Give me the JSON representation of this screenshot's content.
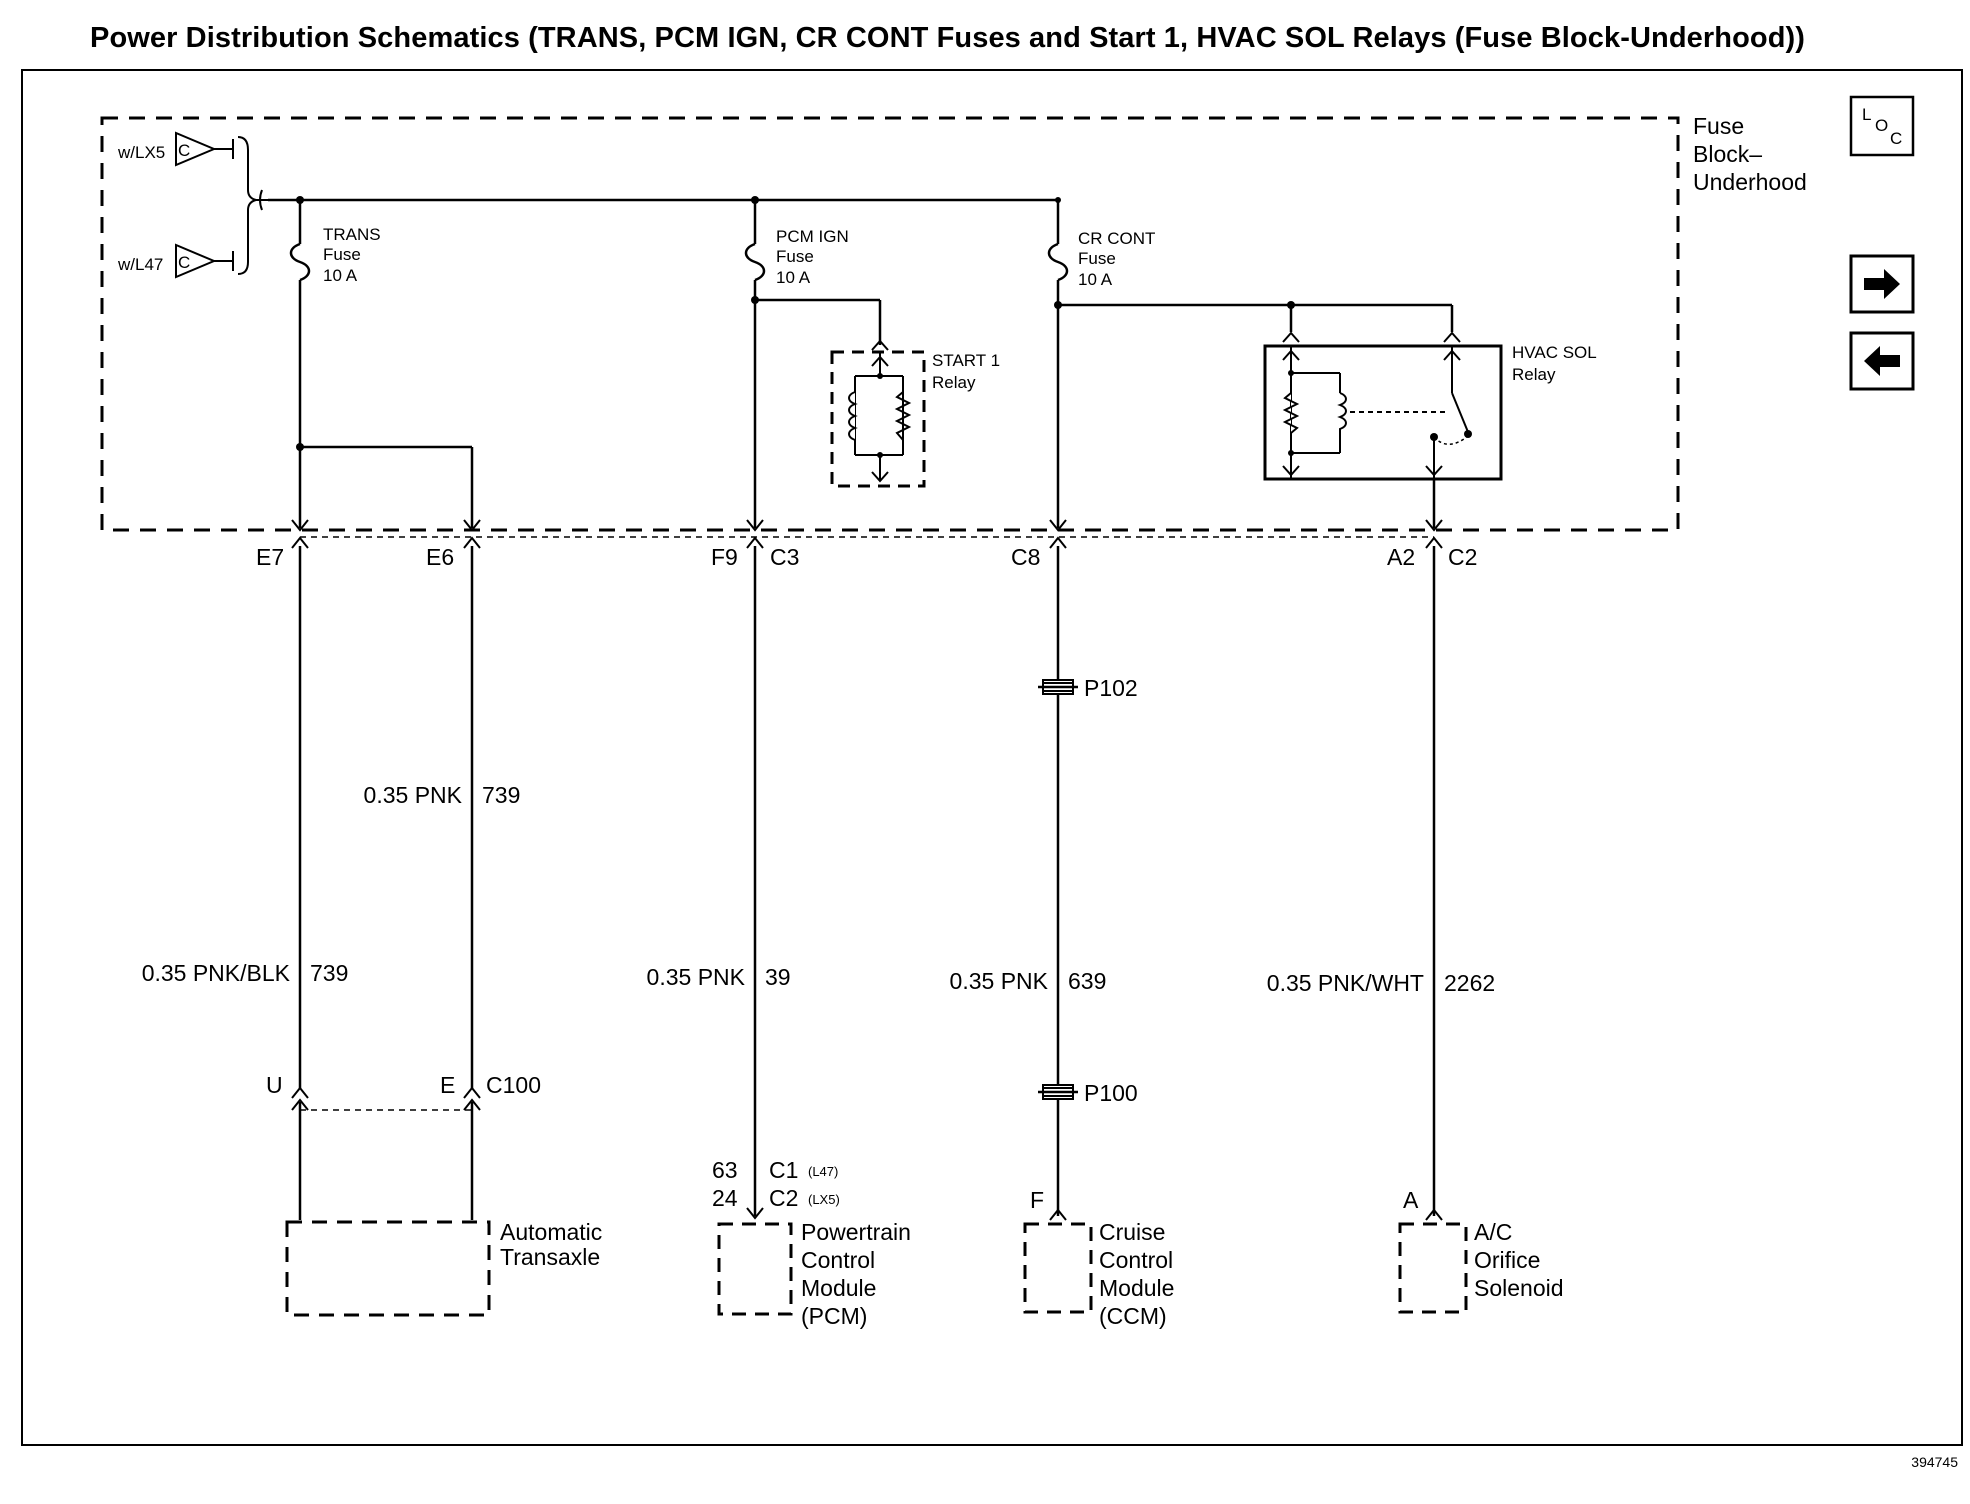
{
  "title": "Power Distribution Schematics (TRANS, PCM IGN, CR CONT Fuses and Start 1, HVAC SOL Relays (Fuse Block-Underhood))",
  "fuse_block_label": [
    "Fuse",
    "Block–",
    "Underhood"
  ],
  "sources": [
    {
      "label": "w/LX5",
      "tag": "C"
    },
    {
      "label": "w/L47",
      "tag": "C"
    }
  ],
  "fuses": [
    {
      "lines": [
        "TRANS",
        "Fuse",
        "10 A"
      ]
    },
    {
      "lines": [
        "PCM IGN",
        "Fuse",
        "10 A"
      ]
    },
    {
      "lines": [
        "CR CONT",
        "Fuse",
        "10 A"
      ]
    }
  ],
  "relays": {
    "start1": [
      "START 1",
      "Relay"
    ],
    "hvac": [
      "HVAC SOL",
      "Relay"
    ]
  },
  "connectors": {
    "e7": "E7",
    "e6": "E6",
    "f9": "F9",
    "c3": "C3",
    "c8": "C8",
    "a2": "A2",
    "c2": "C2",
    "u": "U",
    "e": "E",
    "c100": "C100",
    "pin63": "63",
    "c1": "C1",
    "l47": "(L47)",
    "pin24": "24",
    "c2b": "C2",
    "lx5": "(LX5)",
    "f": "F",
    "a": "A"
  },
  "splices": {
    "p102": "P102",
    "p100": "P100"
  },
  "wires": [
    {
      "gauge_color": "0.35 PNK",
      "circuit": "739"
    },
    {
      "gauge_color": "0.35 PNK/BLK",
      "circuit": "739"
    },
    {
      "gauge_color": "0.35 PNK",
      "circuit": "39"
    },
    {
      "gauge_color": "0.35 PNK",
      "circuit": "639"
    },
    {
      "gauge_color": "0.35 PNK/WHT",
      "circuit": "2262"
    }
  ],
  "components": [
    {
      "lines": [
        "Automatic",
        "Transaxle"
      ]
    },
    {
      "lines": [
        "Powertrain",
        "Control",
        "Module",
        "(PCM)"
      ]
    },
    {
      "lines": [
        "Cruise",
        "Control",
        "Module",
        "(CCM)"
      ]
    },
    {
      "lines": [
        "A/C",
        "Orifice",
        "Solenoid"
      ]
    }
  ],
  "nav": {
    "loc_l": "L",
    "loc_o": "O",
    "loc_c": "C",
    "next_icon": "right-arrow-icon",
    "prev_icon": "left-arrow-icon"
  },
  "figure_id": "394745"
}
